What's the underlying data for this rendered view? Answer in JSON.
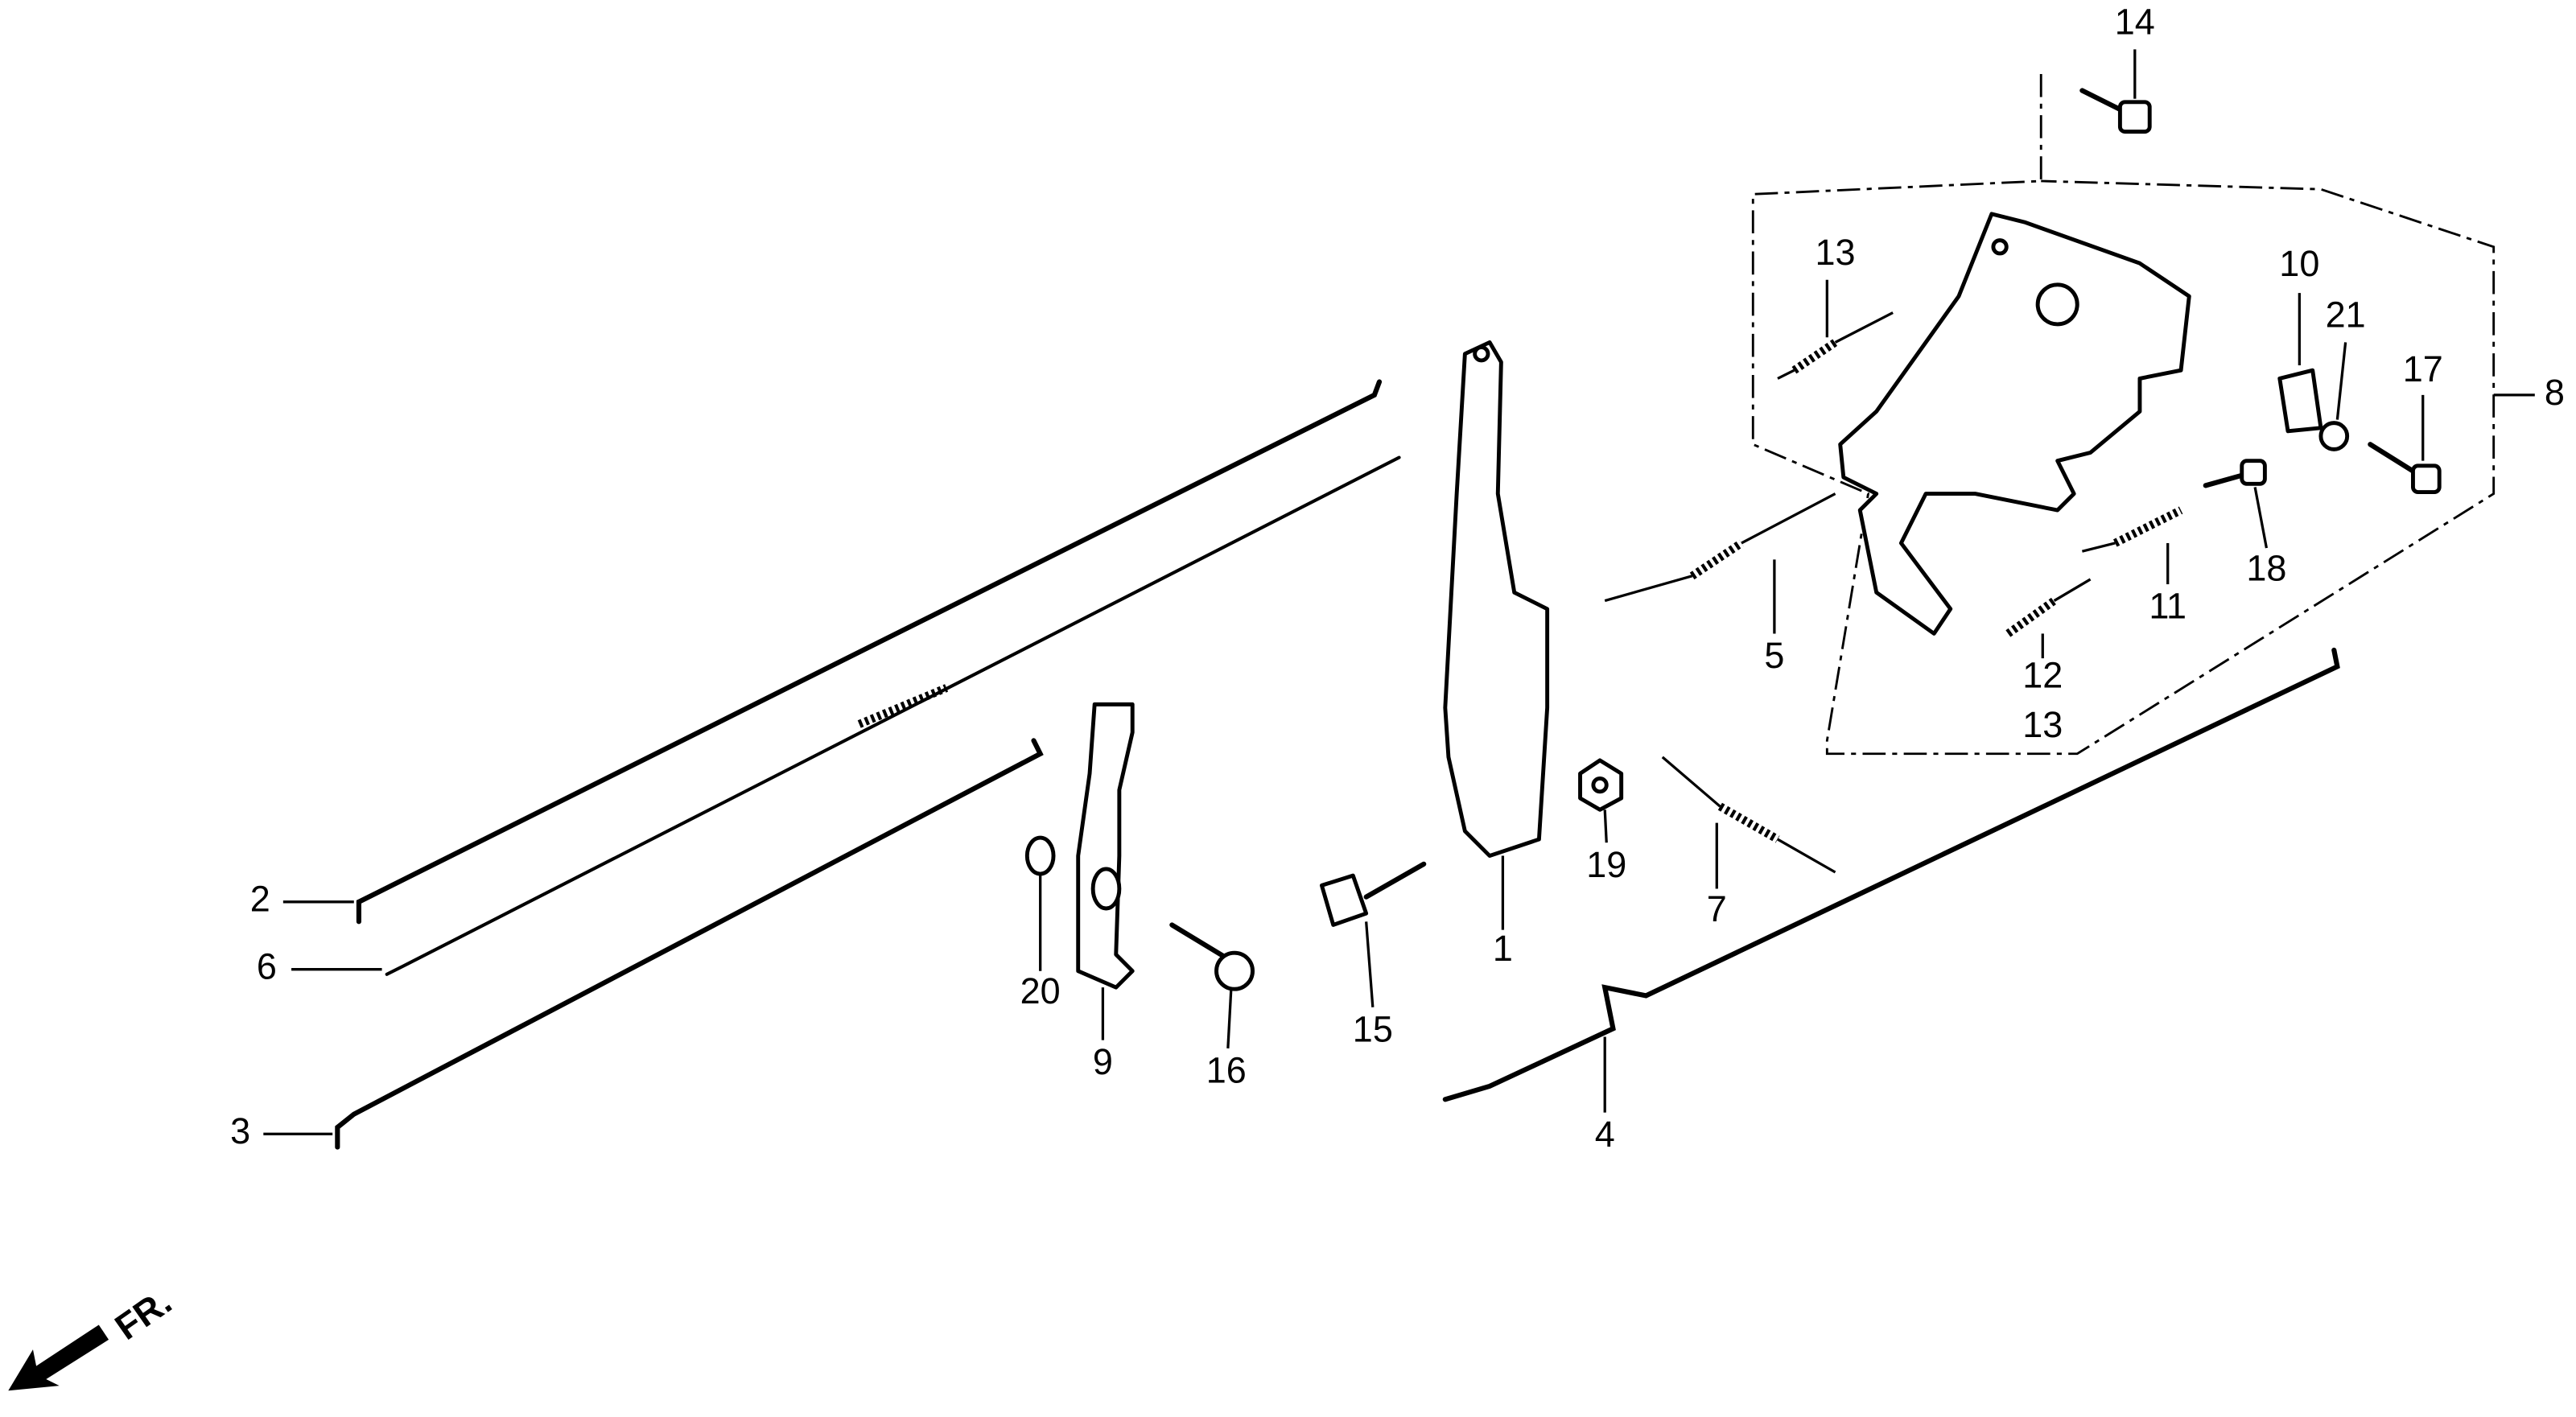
{
  "labels": {
    "p1": "1",
    "p2": "2",
    "p3": "3",
    "p4": "4",
    "p5": "5",
    "p6": "6",
    "p7": "7",
    "p8": "8",
    "p9": "9",
    "p10": "10",
    "p11": "11",
    "p12": "12",
    "p13a": "13",
    "p13b": "13",
    "p14": "14",
    "p15": "15",
    "p16": "16",
    "p17": "17",
    "p18": "18",
    "p19": "19",
    "p20": "20",
    "p21": "21"
  },
  "front_indicator": "FR."
}
